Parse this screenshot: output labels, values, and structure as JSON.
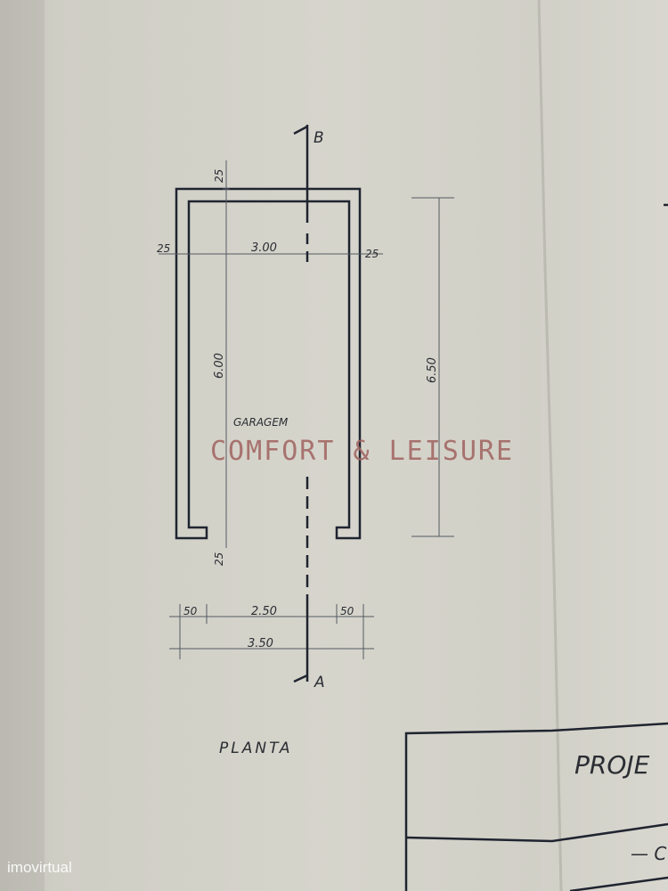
{
  "drawing": {
    "room_label": "GARAGEM",
    "plan_label": "PLANTA",
    "section_top": "B",
    "section_bottom": "A",
    "dims": {
      "wall_top": "25",
      "wall_left": "25",
      "wall_right": "25",
      "inner_width": "3.00",
      "inner_length": "6.00",
      "outer_length": "6.50",
      "wall_bottom": "25",
      "door_side_left": "50",
      "door_width": "2.50",
      "door_side_right": "50",
      "outer_width": "3.50"
    },
    "title_block": {
      "title": "PROJE",
      "subtitle": "— C"
    }
  },
  "watermark": {
    "text": "COMFORT & LEISURE"
  },
  "brand": {
    "text": "imovirtual"
  },
  "colors": {
    "paper": "#d3d2c9",
    "ink": "#1f2430",
    "watermark": "#a0625f"
  }
}
